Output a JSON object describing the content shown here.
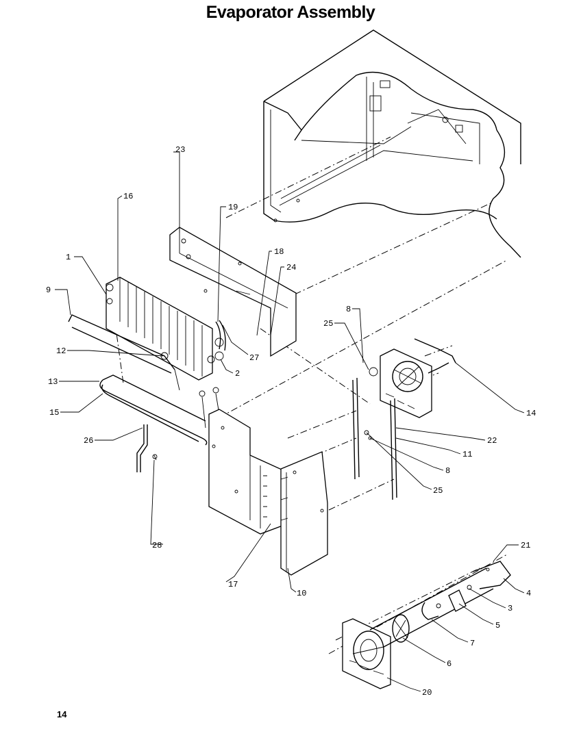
{
  "title": "Evaporator Assembly",
  "page_number": "14",
  "callouts": [
    "23",
    "16",
    "19",
    "18",
    "24",
    "1",
    "9",
    "27",
    "2",
    "12",
    "13",
    "15",
    "26",
    "28",
    "17",
    "10",
    "25",
    "8",
    "14",
    "22",
    "11",
    "8",
    "25",
    "21",
    "4",
    "3",
    "5",
    "7",
    "6",
    "20"
  ]
}
